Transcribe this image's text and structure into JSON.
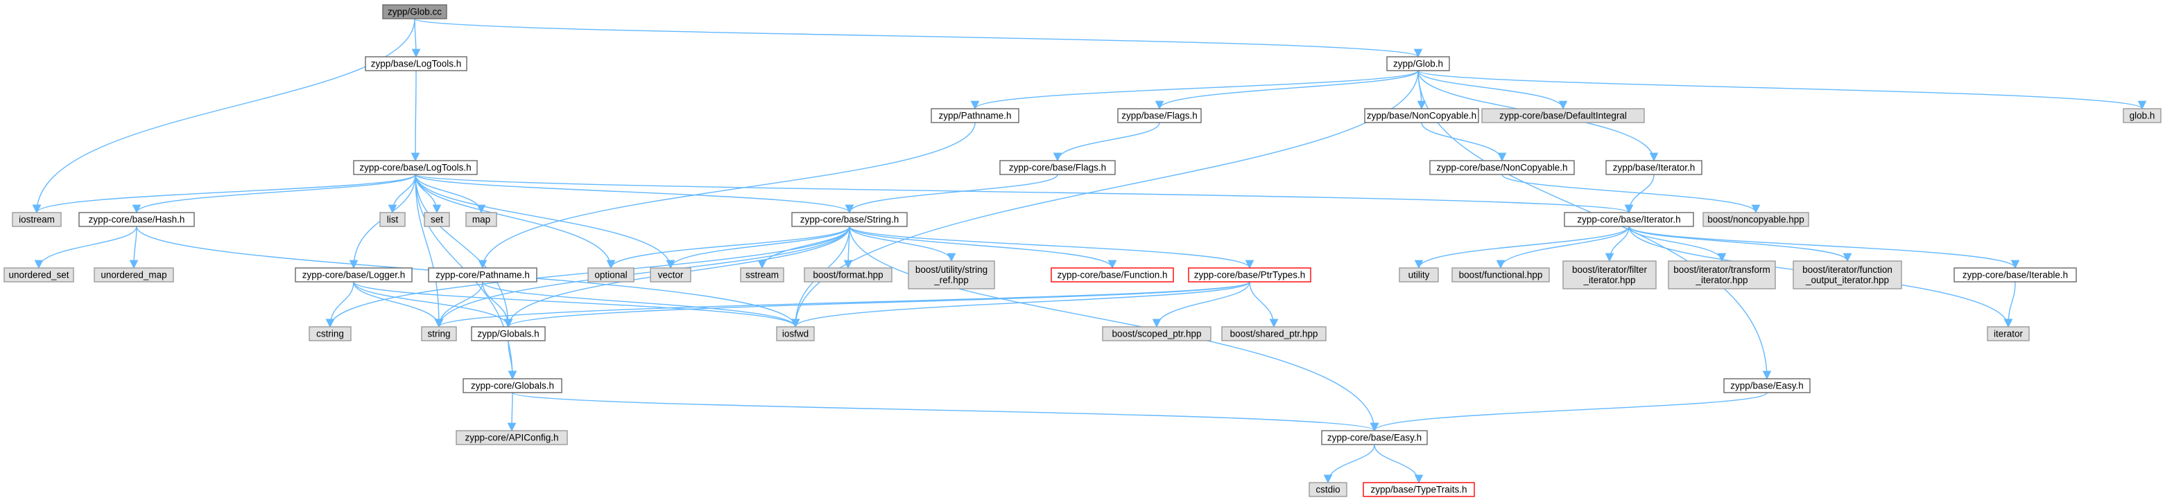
{
  "colors": {
    "root_fill": "#999999",
    "root_stroke": "#666666",
    "documented_fill": "#ffffff",
    "documented_stroke": "#666666",
    "external_fill": "#e0e0e0",
    "external_stroke": "#999999",
    "missing_fill": "#ffffff",
    "missing_stroke": "#ff0000",
    "edge": "#63b8ff"
  },
  "nodes": [
    {
      "id": "glob_cc",
      "label": "zypp/Glob.cc",
      "kind": "root"
    },
    {
      "id": "base_logtools",
      "label": "zypp/base/LogTools.h",
      "kind": "documented"
    },
    {
      "id": "glob_h",
      "label": "zypp/Glob.h",
      "kind": "documented"
    },
    {
      "id": "pathname_h",
      "label": "zypp/Pathname.h",
      "kind": "documented"
    },
    {
      "id": "base_flags",
      "label": "zypp/base/Flags.h",
      "kind": "documented"
    },
    {
      "id": "base_noncopyable",
      "label": "zypp/base/NonCopyable.h",
      "kind": "documented"
    },
    {
      "id": "core_defaultintegral",
      "label": "zypp-core/base/DefaultIntegral",
      "kind": "external"
    },
    {
      "id": "glob_sys",
      "label": "glob.h",
      "kind": "external"
    },
    {
      "id": "core_logtools",
      "label": "zypp-core/base/LogTools.h",
      "kind": "documented"
    },
    {
      "id": "core_flags",
      "label": "zypp-core/base/Flags.h",
      "kind": "documented"
    },
    {
      "id": "core_noncopyable",
      "label": "zypp-core/base/NonCopyable.h",
      "kind": "documented"
    },
    {
      "id": "base_iterator",
      "label": "zypp/base/Iterator.h",
      "kind": "documented"
    },
    {
      "id": "iostream",
      "label": "iostream",
      "kind": "external"
    },
    {
      "id": "core_hash",
      "label": "zypp-core/base/Hash.h",
      "kind": "documented"
    },
    {
      "id": "list",
      "label": "list",
      "kind": "external"
    },
    {
      "id": "set",
      "label": "set",
      "kind": "external"
    },
    {
      "id": "map",
      "label": "map",
      "kind": "external"
    },
    {
      "id": "core_string",
      "label": "zypp-core/base/String.h",
      "kind": "documented"
    },
    {
      "id": "core_iterator",
      "label": "zypp-core/base/Iterator.h",
      "kind": "documented"
    },
    {
      "id": "boost_noncopyable",
      "label": "boost/noncopyable.hpp",
      "kind": "external"
    },
    {
      "id": "unordered_set",
      "label": "unordered_set",
      "kind": "external"
    },
    {
      "id": "unordered_map",
      "label": "unordered_map",
      "kind": "external"
    },
    {
      "id": "core_logger",
      "label": "zypp-core/base/Logger.h",
      "kind": "documented"
    },
    {
      "id": "core_pathname",
      "label": "zypp-core/Pathname.h",
      "kind": "documented"
    },
    {
      "id": "optional",
      "label": "optional",
      "kind": "external"
    },
    {
      "id": "vector",
      "label": "vector",
      "kind": "external"
    },
    {
      "id": "sstream",
      "label": "sstream",
      "kind": "external"
    },
    {
      "id": "boost_format",
      "label": "boost/format.hpp",
      "kind": "external"
    },
    {
      "id": "boost_string_ref",
      "label": [
        "boost/utility/string",
        "_ref.hpp"
      ],
      "kind": "external"
    },
    {
      "id": "core_function",
      "label": "zypp-core/base/Function.h",
      "kind": "missing"
    },
    {
      "id": "core_ptrtypes",
      "label": "zypp-core/base/PtrTypes.h",
      "kind": "missing"
    },
    {
      "id": "utility",
      "label": "utility",
      "kind": "external"
    },
    {
      "id": "boost_functional",
      "label": "boost/functional.hpp",
      "kind": "external"
    },
    {
      "id": "boost_filter_iterator",
      "label": [
        "boost/iterator/filter",
        "_iterator.hpp"
      ],
      "kind": "external"
    },
    {
      "id": "boost_transform_iterator",
      "label": [
        "boost/iterator/transform",
        "_iterator.hpp"
      ],
      "kind": "external"
    },
    {
      "id": "boost_function_output_iterator",
      "label": [
        "boost/iterator/function",
        "_output_iterator.hpp"
      ],
      "kind": "external"
    },
    {
      "id": "core_iterable",
      "label": "zypp-core/base/Iterable.h",
      "kind": "documented"
    },
    {
      "id": "cstring",
      "label": "cstring",
      "kind": "external"
    },
    {
      "id": "string",
      "label": "string",
      "kind": "external"
    },
    {
      "id": "zypp_globals",
      "label": "zypp/Globals.h",
      "kind": "documented"
    },
    {
      "id": "iosfwd",
      "label": "iosfwd",
      "kind": "external"
    },
    {
      "id": "boost_scoped_ptr",
      "label": "boost/scoped_ptr.hpp",
      "kind": "external"
    },
    {
      "id": "boost_shared_ptr",
      "label": "boost/shared_ptr.hpp",
      "kind": "external"
    },
    {
      "id": "iterator",
      "label": "iterator",
      "kind": "external"
    },
    {
      "id": "base_easy",
      "label": "zypp/base/Easy.h",
      "kind": "documented"
    },
    {
      "id": "core_globals",
      "label": "zypp-core/Globals.h",
      "kind": "documented"
    },
    {
      "id": "core_easy",
      "label": "zypp-core/base/Easy.h",
      "kind": "documented"
    },
    {
      "id": "core_apiconfig",
      "label": "zypp-core/APIConfig.h",
      "kind": "external"
    },
    {
      "id": "cstdio",
      "label": "cstdio",
      "kind": "external"
    },
    {
      "id": "base_typetraits",
      "label": "zypp/base/TypeTraits.h",
      "kind": "missing"
    }
  ],
  "edges": [
    [
      "glob_cc",
      "base_logtools"
    ],
    [
      "glob_cc",
      "glob_h"
    ],
    [
      "glob_cc",
      "iostream"
    ],
    [
      "base_logtools",
      "core_logtools"
    ],
    [
      "glob_h",
      "pathname_h"
    ],
    [
      "glob_h",
      "base_flags"
    ],
    [
      "glob_h",
      "base_noncopyable"
    ],
    [
      "glob_h",
      "core_defaultintegral"
    ],
    [
      "glob_h",
      "base_iterator"
    ],
    [
      "glob_h",
      "glob_sys"
    ],
    [
      "glob_h",
      "iosfwd"
    ],
    [
      "glob_h",
      "base_easy"
    ],
    [
      "pathname_h",
      "core_pathname"
    ],
    [
      "base_flags",
      "core_flags"
    ],
    [
      "base_noncopyable",
      "core_noncopyable"
    ],
    [
      "core_noncopyable",
      "boost_noncopyable"
    ],
    [
      "base_iterator",
      "core_iterator"
    ],
    [
      "core_flags",
      "core_string"
    ],
    [
      "core_logtools",
      "iostream"
    ],
    [
      "core_logtools",
      "core_hash"
    ],
    [
      "core_logtools",
      "list"
    ],
    [
      "core_logtools",
      "set"
    ],
    [
      "core_logtools",
      "map"
    ],
    [
      "core_logtools",
      "core_string"
    ],
    [
      "core_logtools",
      "core_iterator"
    ],
    [
      "core_logtools",
      "core_logger"
    ],
    [
      "core_logtools",
      "optional"
    ],
    [
      "core_logtools",
      "vector"
    ],
    [
      "core_logtools",
      "core_globals"
    ],
    [
      "core_logtools",
      "string"
    ],
    [
      "core_logtools",
      "zypp_globals"
    ],
    [
      "core_hash",
      "unordered_set"
    ],
    [
      "core_hash",
      "unordered_map"
    ],
    [
      "core_hash",
      "iosfwd"
    ],
    [
      "core_string",
      "cstring"
    ],
    [
      "core_string",
      "string"
    ],
    [
      "core_string",
      "optional"
    ],
    [
      "core_string",
      "vector"
    ],
    [
      "core_string",
      "sstream"
    ],
    [
      "core_string",
      "boost_format"
    ],
    [
      "core_string",
      "boost_string_ref"
    ],
    [
      "core_string",
      "core_function"
    ],
    [
      "core_string",
      "core_ptrtypes"
    ],
    [
      "core_string",
      "iosfwd"
    ],
    [
      "core_string",
      "core_easy"
    ],
    [
      "core_string",
      "zypp_globals"
    ],
    [
      "core_ptrtypes",
      "string"
    ],
    [
      "core_ptrtypes",
      "iosfwd"
    ],
    [
      "core_ptrtypes",
      "boost_scoped_ptr"
    ],
    [
      "core_ptrtypes",
      "boost_shared_ptr"
    ],
    [
      "core_ptrtypes",
      "zypp_globals"
    ],
    [
      "core_iterator",
      "utility"
    ],
    [
      "core_iterator",
      "boost_functional"
    ],
    [
      "core_iterator",
      "boost_filter_iterator"
    ],
    [
      "core_iterator",
      "boost_transform_iterator"
    ],
    [
      "core_iterator",
      "boost_function_output_iterator"
    ],
    [
      "core_iterator",
      "core_iterable"
    ],
    [
      "core_iterator",
      "iterator"
    ],
    [
      "core_iterable",
      "iterator"
    ],
    [
      "core_logger",
      "cstring"
    ],
    [
      "core_logger",
      "string"
    ],
    [
      "core_logger",
      "iosfwd"
    ],
    [
      "core_logger",
      "zypp_globals"
    ],
    [
      "core_pathname",
      "string"
    ],
    [
      "core_pathname",
      "iosfwd"
    ],
    [
      "core_pathname",
      "zypp_globals"
    ],
    [
      "zypp_globals",
      "core_globals"
    ],
    [
      "core_globals",
      "core_apiconfig"
    ],
    [
      "core_globals",
      "core_easy"
    ],
    [
      "base_easy",
      "core_easy"
    ],
    [
      "core_easy",
      "cstdio"
    ],
    [
      "core_easy",
      "base_typetraits"
    ]
  ]
}
